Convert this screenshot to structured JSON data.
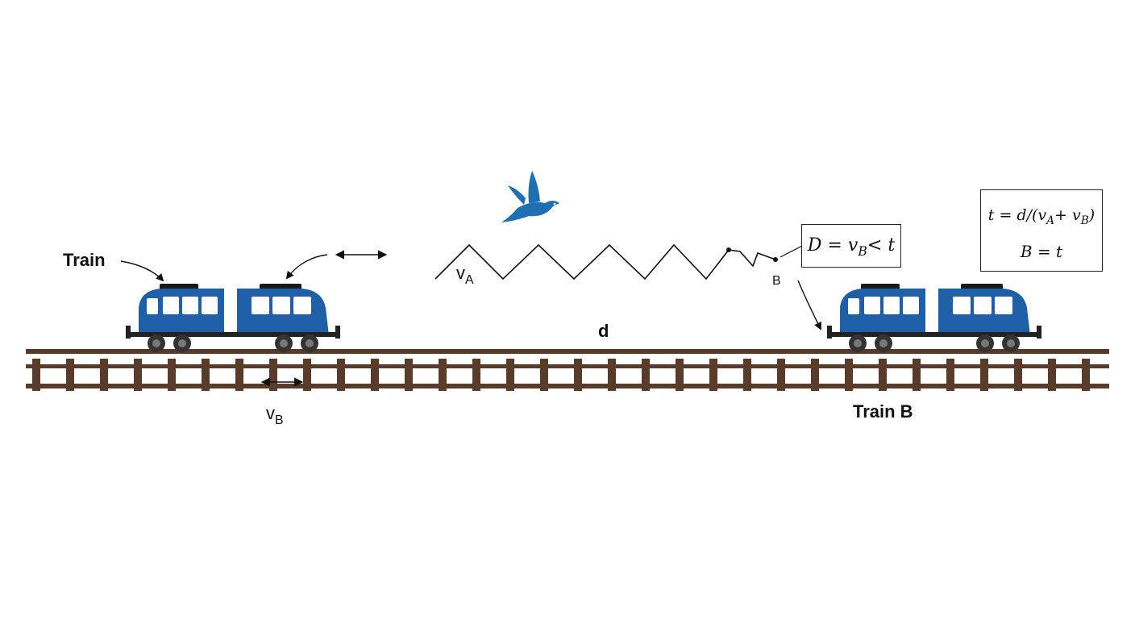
{
  "labels": {
    "train_left": "Train",
    "train_right": "Train B",
    "distance": "d",
    "va": {
      "main": "v",
      "sub": "A"
    },
    "vb": {
      "main": "v",
      "sub": "B"
    },
    "b_marker": "B"
  },
  "formula_small": {
    "lhs": "D = v",
    "sub": "B",
    "rhs": "< t"
  },
  "formula_box": {
    "top": {
      "a": "t = d/(v",
      "sub1": "A",
      "mid": "+ v",
      "sub2": "B",
      "end": ")"
    },
    "bottom": "B = t"
  },
  "colors": {
    "train_blue": "#1f5fa8",
    "train_dark": "#0f3f78",
    "rail_brown": "#5a3a28",
    "bird_blue": "#1f6fb5"
  },
  "icons": [
    "train-icon",
    "bird-icon",
    "double-arrow-icon",
    "curved-arrow-icon"
  ]
}
